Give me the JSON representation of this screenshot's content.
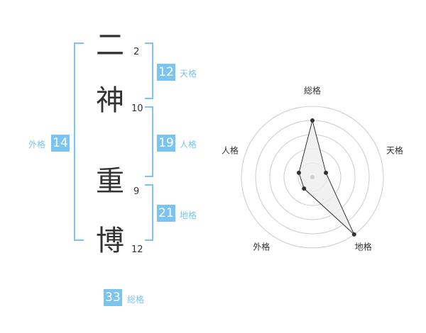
{
  "name": {
    "chars": [
      {
        "char": "二",
        "strokes": "2"
      },
      {
        "char": "神",
        "strokes": "10"
      },
      {
        "char": "重",
        "strokes": "9"
      },
      {
        "char": "博",
        "strokes": "12"
      }
    ]
  },
  "kaku": {
    "tenkaku": {
      "value": "12",
      "label": "天格"
    },
    "jinkaku": {
      "value": "19",
      "label": "人格"
    },
    "chikaku": {
      "value": "21",
      "label": "地格"
    },
    "gaikaku": {
      "value": "14",
      "label": "外格"
    },
    "soukaku": {
      "value": "33",
      "label": "総格"
    }
  },
  "chart_data": {
    "type": "radar",
    "axes": [
      "総格",
      "天格",
      "地格",
      "外格",
      "人格"
    ],
    "values": [
      4,
      1,
      5,
      1,
      1
    ],
    "rmax": 5,
    "rings": 5,
    "colors": {
      "line": "#333333",
      "fill": "#eeeeee",
      "grid": "#cccccc",
      "point": "#333333"
    }
  }
}
